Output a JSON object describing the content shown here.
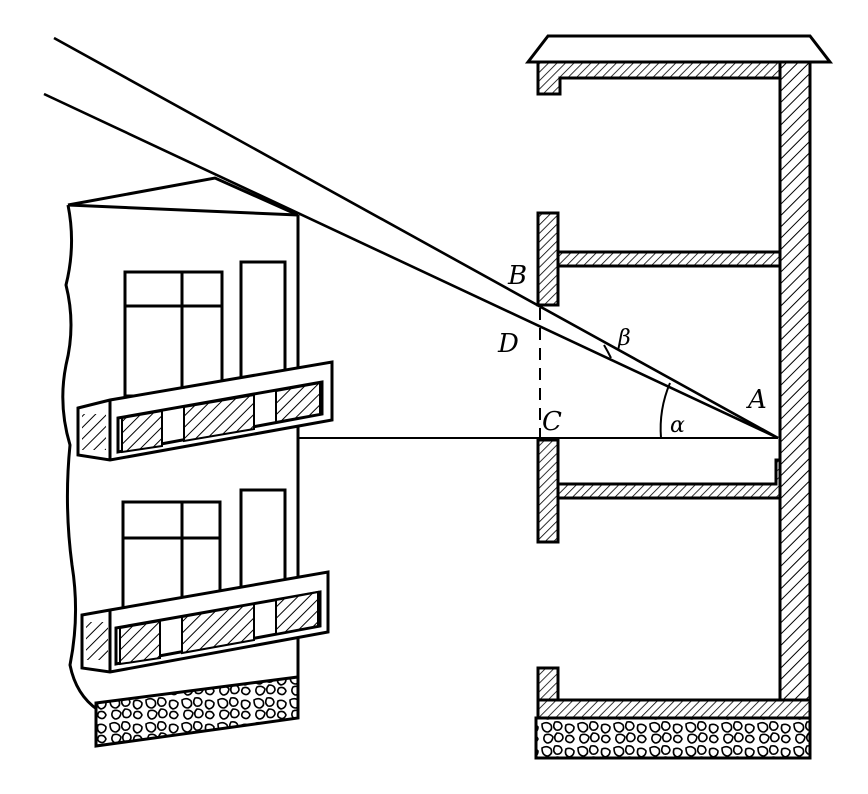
{
  "labels": {
    "point_a": "A",
    "point_b": "B",
    "point_c": "C",
    "point_d": "D",
    "angle_alpha": "α",
    "angle_beta": "β"
  },
  "colors": {
    "ink": "#000000",
    "paper": "#ffffff"
  }
}
